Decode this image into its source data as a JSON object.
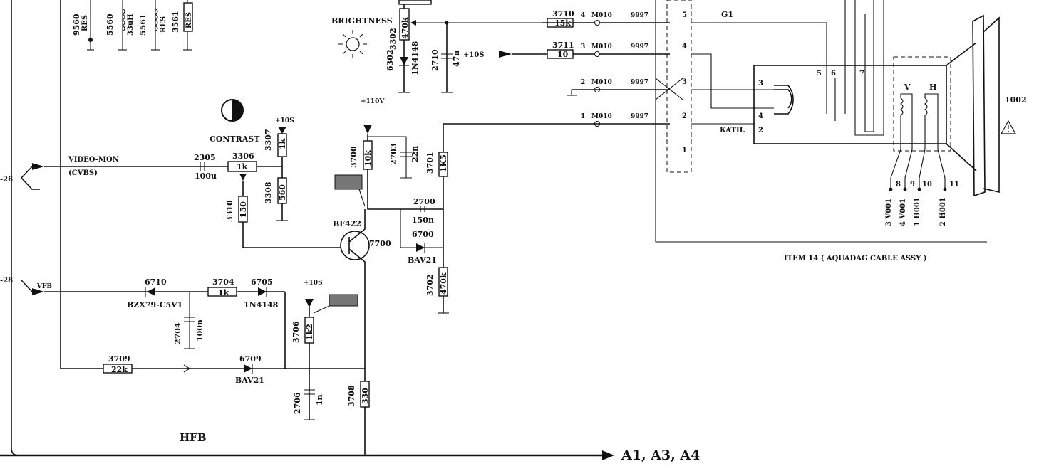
{
  "labels": {
    "res_9560": "9560",
    "res_9560_val": "RES",
    "ind_5560": "5560",
    "ind_5560_val": "33uH",
    "ind_5561": "5561",
    "ind_5561_val": "RES",
    "res_3561": "3561",
    "res_3561_val": "RES",
    "brightness": "BRIGHTNESS",
    "pot_3302": "3302",
    "pot_3302_val": "470k",
    "diode_6302": "6302",
    "diode_6302_val": "1N4148",
    "cap_2710": "2710",
    "cap_2710_val": "47n",
    "plus10s_a": "+10S",
    "res_3710": "3710",
    "res_3710_val": "15k",
    "res_3711": "3711",
    "res_3711_val": "10",
    "pin4": "4",
    "pin3": "3",
    "pin2": "2",
    "pin1": "1",
    "m010": "M010",
    "n9997": "9997",
    "conn5": "5",
    "conn4": "4",
    "conn3": "3",
    "conn2": "2",
    "conn1": "1",
    "g1": "G1",
    "kath": "KATH.",
    "crt3": "3",
    "crt4": "4",
    "crt2": "2",
    "crt5": "5",
    "crt6": "6",
    "crt7": "7",
    "coil_v": "V",
    "coil_h": "H",
    "ref_1002": "1002",
    "pin8": "8",
    "pin9": "9",
    "pin10": "10",
    "pin11": "11",
    "v001_3": "3 V001",
    "v001_4": "4 V001",
    "h001_1": "1 H001",
    "h001_2": "2 H001",
    "item14": "ITEM 14   ( AQUADAG CABLE ASSY )",
    "contrast": "CONTRAST",
    "plus10s_b": "+10S",
    "res_3307": "3307",
    "res_3307_val": "1k",
    "plus110v": "+110V",
    "res_3700": "3700",
    "res_3700_val": "10k",
    "cap_2703": "2703",
    "cap_2703_val": "22n",
    "res_3701": "3701",
    "res_3701_val": "1K5",
    "video_mon": "VIDEO-MON",
    "cvbs": "(CVBS)",
    "edge_26": "-26",
    "cap_2305": "2305",
    "cap_2305_val": "100u",
    "pot_3306": "3306",
    "pot_3306_val": "1k",
    "res_3308": "3308",
    "res_3308_val": "560",
    "res_3310": "3310",
    "res_3310_val": "150",
    "cap_2700": "2700",
    "cap_2700_val": "150n",
    "diode_6700": "6700",
    "diode_6700_val": "BAV21",
    "bf422": "BF422",
    "q7700": "7700",
    "res_3702": "3702",
    "res_3702_val": "470k",
    "edge_28": "-28",
    "vfb": "VFB",
    "zener_6710": "6710",
    "zener_6710_val": "BZX79-C5V1",
    "res_3704": "3704",
    "res_3704_val": "1k",
    "diode_6705": "6705",
    "diode_6705_val": "1N4148",
    "plus10s_c": "+10S",
    "cap_2704": "2704",
    "cap_2704_val": "100n",
    "res_3706": "3706",
    "res_3706_val": "1k2",
    "res_3709": "3709",
    "res_3709_val": "22k",
    "diode_6709": "6709",
    "diode_6709_val": "BAV21",
    "cap_2706": "2706",
    "cap_2706_val": "1n",
    "res_3708": "3708",
    "res_3708_val": "330",
    "hfb": "HFB",
    "a134": "A1, A3, A4"
  }
}
